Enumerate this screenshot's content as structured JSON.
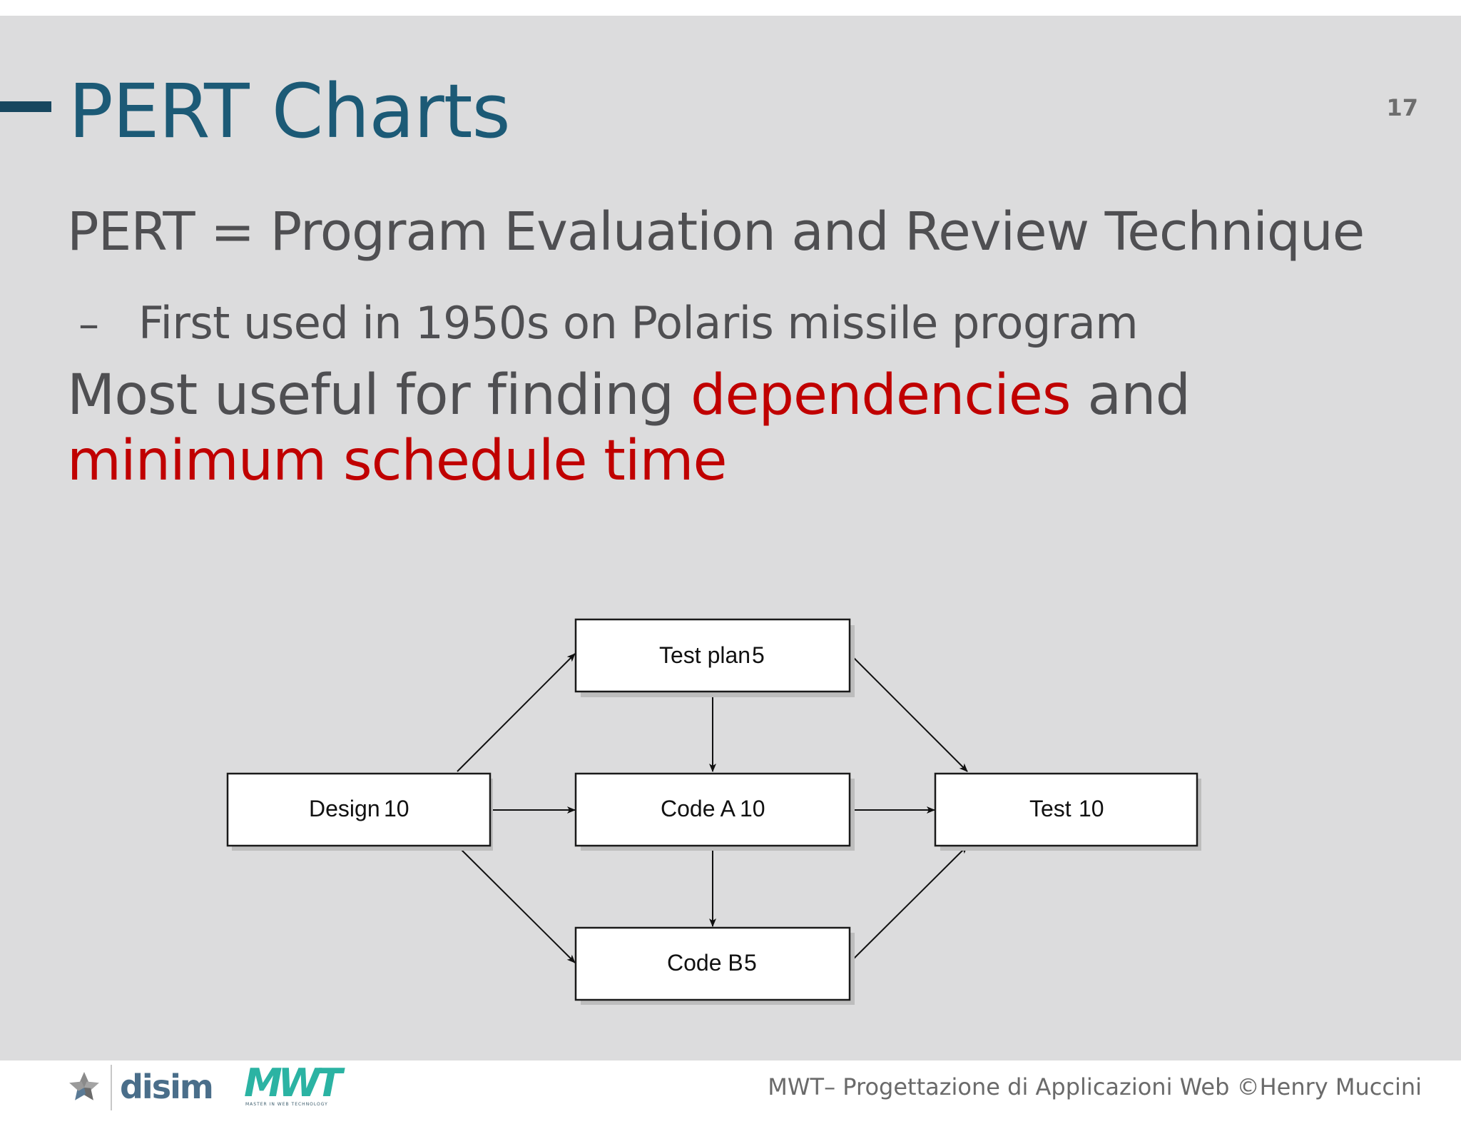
{
  "slide": {
    "title": "PERT Charts",
    "number": "17",
    "line1": "PERT = Program Evaluation and Review Technique",
    "line2_bullet": "–",
    "line2": "First used in 1950s on Polaris missile program",
    "line3_part1": "Most useful for finding ",
    "line3_highlight1": "dependencies",
    "line3_part2": " and ",
    "line3_highlight2": "minimum schedule time",
    "highlight_color": "#c00000",
    "title_color": "#1c5a76"
  },
  "diagram": {
    "nodes": {
      "design": {
        "name": "Design",
        "duration": "10"
      },
      "test_plan": {
        "name": "Test plan",
        "duration": "5"
      },
      "code_a": {
        "name": "Code A",
        "duration": "10"
      },
      "code_b": {
        "name": "Code B",
        "duration": "5"
      },
      "test": {
        "name": "Test",
        "duration": "10"
      }
    },
    "edges": [
      [
        "Design",
        "Test plan"
      ],
      [
        "Design",
        "Code A"
      ],
      [
        "Design",
        "Code B"
      ],
      [
        "Test plan",
        "Code A"
      ],
      [
        "Test plan",
        "Test"
      ],
      [
        "Code A",
        "Code B"
      ],
      [
        "Code A",
        "Test"
      ],
      [
        "Code B",
        "Test"
      ]
    ]
  },
  "footer": {
    "text": "MWT– Progettazione di Applicazioni Web ©Henry Muccini",
    "logo_disim": "disim",
    "logo_mwt": "MWT",
    "logo_mwt_sub": "MASTER IN WEB TECHNOLOGY"
  }
}
